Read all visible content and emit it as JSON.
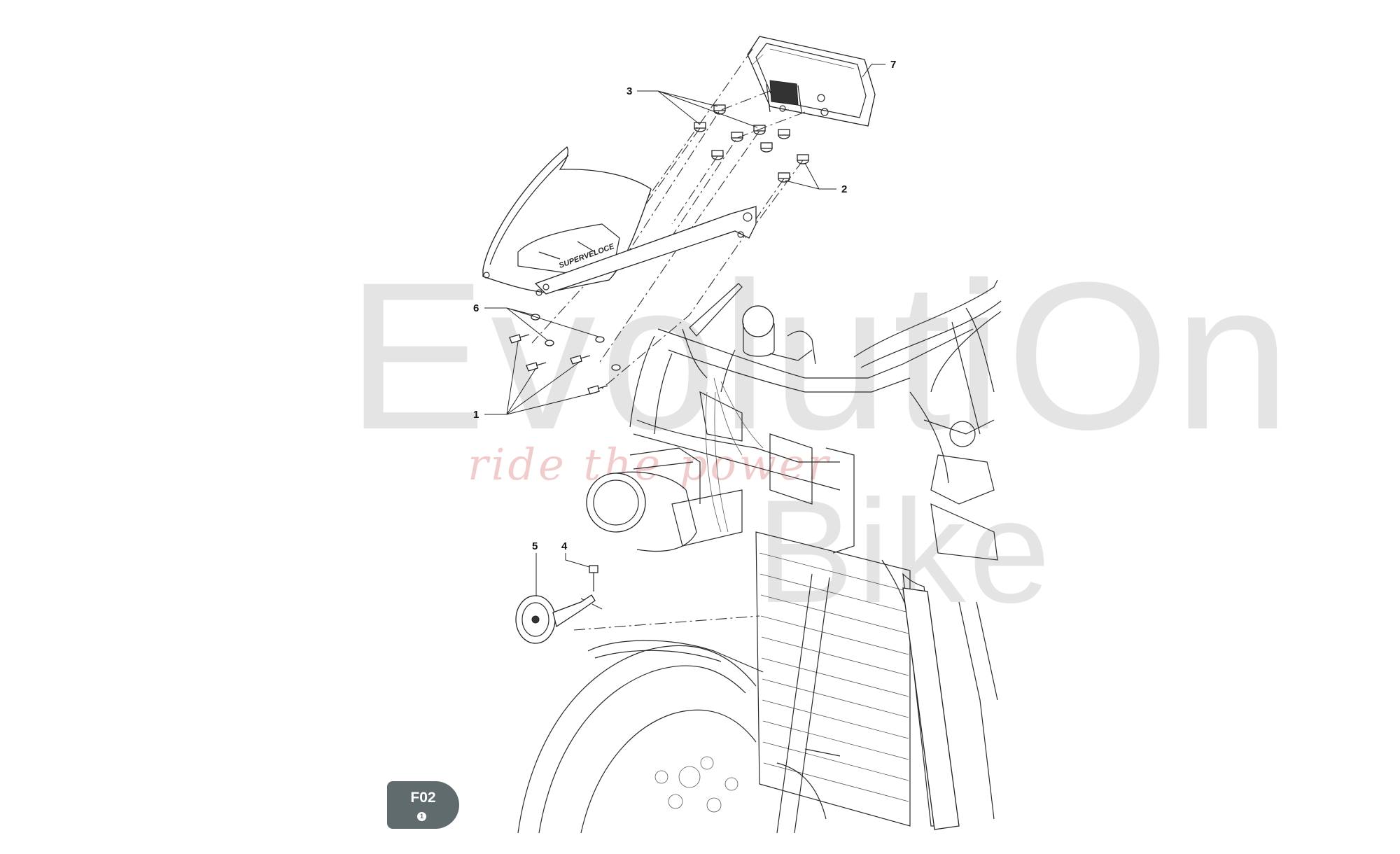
{
  "watermark": {
    "title": "EvolutiOn",
    "subtitle": "Bike",
    "slogan": "ride the power"
  },
  "callouts": [
    {
      "id": "1",
      "label": "1"
    },
    {
      "id": "2",
      "label": "2"
    },
    {
      "id": "3",
      "label": "3"
    },
    {
      "id": "4",
      "label": "4"
    },
    {
      "id": "5",
      "label": "5"
    },
    {
      "id": "6",
      "label": "6"
    },
    {
      "id": "7",
      "label": "7"
    }
  ],
  "page_badge": {
    "code": "F02",
    "sub": "1"
  },
  "fairing_logo_text": "SUPERVELOCE",
  "colors": {
    "badge": "#5f6b6d",
    "line": "#2a2a2a",
    "watermark": "#7c7c7c",
    "slogan": "#e7a4a4"
  }
}
